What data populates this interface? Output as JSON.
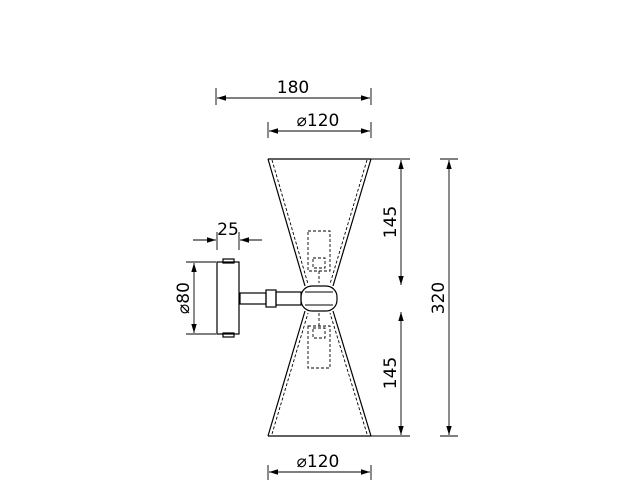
{
  "dimensions": {
    "total_width": "180",
    "shade_diameter_top": "⌀120",
    "shade_diameter_bottom": "⌀120",
    "wall_plate_depth": "25",
    "wall_plate_diameter": "⌀80",
    "upper_shade_height": "145",
    "lower_shade_height": "145",
    "total_height": "320"
  },
  "colors": {
    "line": "#000000",
    "background": "#ffffff"
  }
}
